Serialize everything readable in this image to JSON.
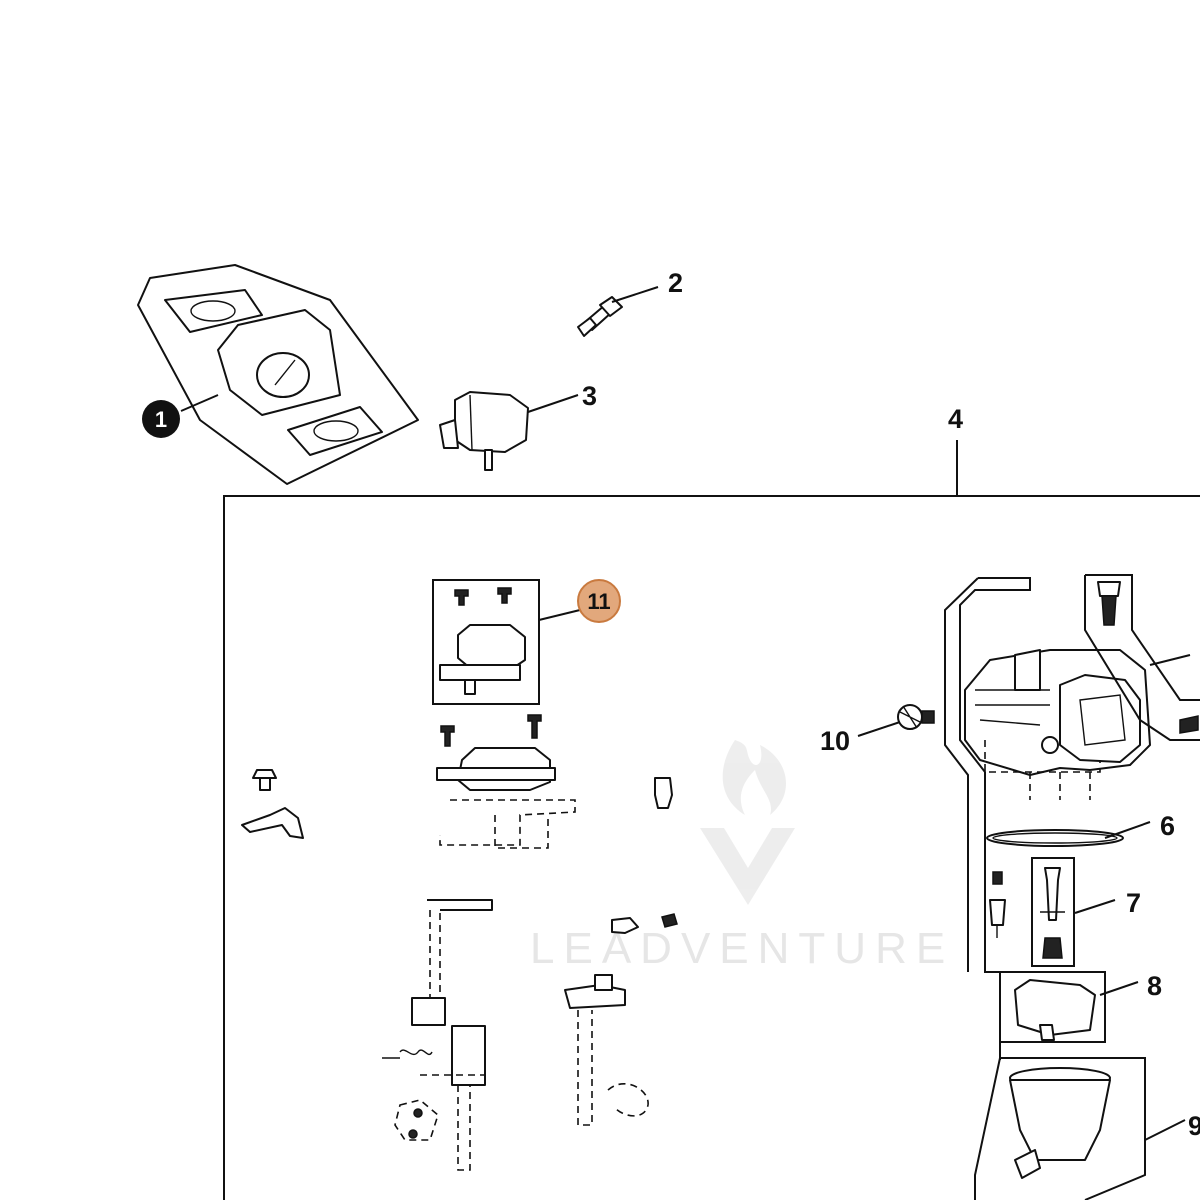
{
  "callouts": [
    {
      "id": "1",
      "style": "filled"
    },
    {
      "id": "2",
      "style": "plain"
    },
    {
      "id": "3",
      "style": "plain"
    },
    {
      "id": "4",
      "style": "plain"
    },
    {
      "id": "6",
      "style": "plain"
    },
    {
      "id": "7",
      "style": "plain"
    },
    {
      "id": "8",
      "style": "plain"
    },
    {
      "id": "9",
      "style": "plain"
    },
    {
      "id": "10",
      "style": "plain"
    },
    {
      "id": "11",
      "style": "highlighted"
    }
  ],
  "watermark": "LEADVENTURE",
  "colors": {
    "ink": "#111111",
    "highlight_fill": "#e2a87c",
    "highlight_stroke": "#c97a3f",
    "watermark": "#e6e6e6"
  }
}
